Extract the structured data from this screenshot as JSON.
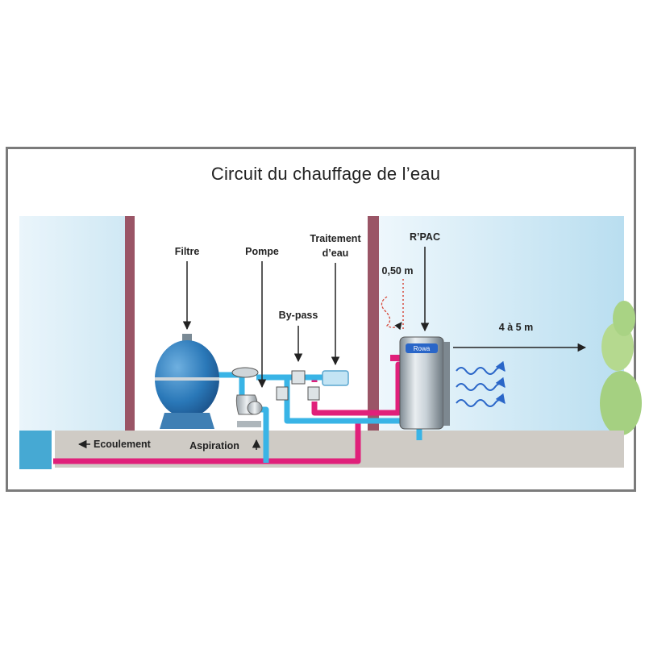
{
  "title": "Circuit du chauffage de l’eau",
  "labels": {
    "filtre": "Filtre",
    "pompe": "Pompe",
    "traitement_line1": "Traitement",
    "traitement_line2": "d’eau",
    "rpac": "R’PAC",
    "bypass": "By-pass",
    "distance_wall": "0,50 m",
    "distance_plant": "4 à 5 m",
    "ecoulement": "Ecoulement",
    "aspiration": "Aspiration",
    "brand": "Rowa"
  },
  "colors": {
    "hot_pipe": "#e0207a",
    "cold_pipe": "#39b4e6",
    "wall": "#9a5566",
    "ground": "#cfcbc5",
    "sky": "#d6ecf6",
    "tank": "#2a78b8",
    "vegetation": "#a5d081"
  },
  "icons": [
    "arrow-down-icon",
    "arrow-right-icon",
    "arrow-left-icon",
    "arrow-up-icon",
    "wave-icon",
    "bush-icon"
  ]
}
